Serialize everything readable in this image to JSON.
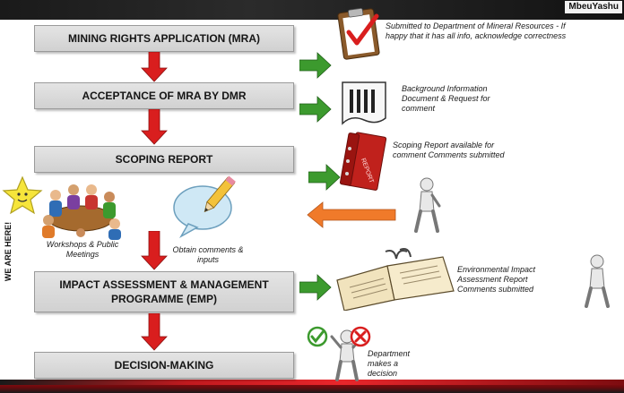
{
  "brand": "MbeuYashu",
  "stages": [
    {
      "label": "MINING RIGHTS APPLICATION (MRA)"
    },
    {
      "label": "ACCEPTANCE OF MRA BY DMR"
    },
    {
      "label": "SCOPING REPORT"
    },
    {
      "label": "IMPACT ASSESSMENT & MANAGEMENT PROGRAMME (EMP)"
    },
    {
      "label": "DECISION-MAKING"
    }
  ],
  "captions": {
    "mra": "Submitted  to Department  of Mineral Resources - If  happy that it has all info, acknowledge correctness",
    "acceptance": "Background Information Document  & Request for comment",
    "scoping": "Scoping Report available for comment Comments  submitted",
    "workshops": "Workshops & Public Meetings",
    "comments": "Obtain comments  & inputs",
    "emp": "Environmental Impact Assessment Report Comments  submitted",
    "decision": "Department makes a decision"
  },
  "side_label": "WE ARE HERE!",
  "icons": {
    "checklist": "clipboard-checklist-icon",
    "document": "document-icon",
    "report": "report-binder-icon",
    "meeting": "meeting-people-icon",
    "speech": "speech-bubble-pencil-icon",
    "book": "open-book-icon",
    "person": "person-figure-icon",
    "approve": "check-mark-icon",
    "reject": "x-mark-icon",
    "star": "star-icon"
  },
  "colors": {
    "down_arrow": "#d91e1e",
    "right_arrow": "#3c9a2e",
    "feedback_arrow": "#f07a2a",
    "stage_fill": "#d9d9d9",
    "brand_red": "#c11a1f"
  }
}
